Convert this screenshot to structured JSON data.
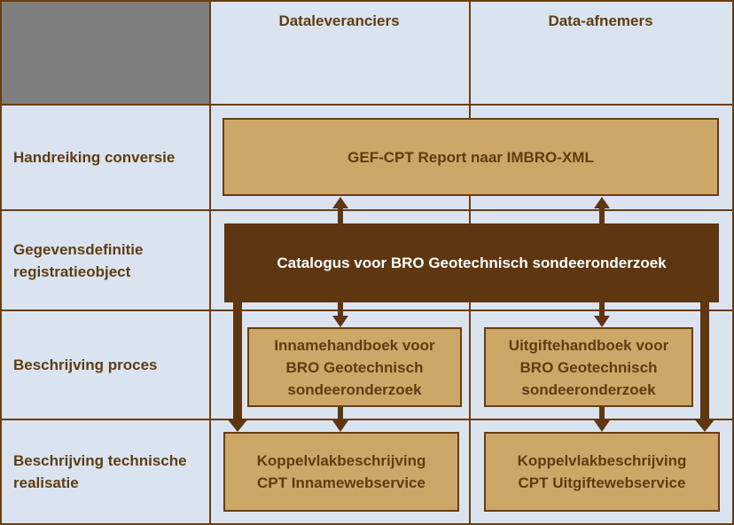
{
  "columns": {
    "dataleveranciers": "Dataleveranciers",
    "data_afnemers": "Data-afnemers"
  },
  "rows": {
    "handreiking": "Handreiking conversie",
    "gegevensdefinitie": "Gegevensdefinitie\nregistratieobject",
    "proces": "Beschrijving proces",
    "technische_realisatie": "Beschrijving technische\nrealisatie"
  },
  "boxes": {
    "gef_cpt": "GEF-CPT Report naar IMBRO-XML",
    "catalogus": "Catalogus voor BRO Geotechnisch sondeeronderzoek",
    "innamehandboek": "Innamehandboek voor\nBRO Geotechnisch\nsondeeronderzoek",
    "uitgiftehandboek": "Uitgiftehandboek voor\nBRO Geotechnisch\nsondeeronderzoek",
    "koppelvlak_inname": "Koppelvlakbeschrijving\nCPT Innamewebservice",
    "koppelvlak_uitgifte": "Koppelvlakbeschrijving\nCPT Uitgiftewebservice"
  },
  "colors": {
    "cell_background": "#D9E4F0",
    "corner_gray": "#7F7F7F",
    "tan_fill": "#CDA767",
    "dark_brown_fill": "#5E3711",
    "line_brown": "#6B3E12",
    "text_brown": "#5F3C11",
    "catalog_text": "#FFFFFF"
  }
}
